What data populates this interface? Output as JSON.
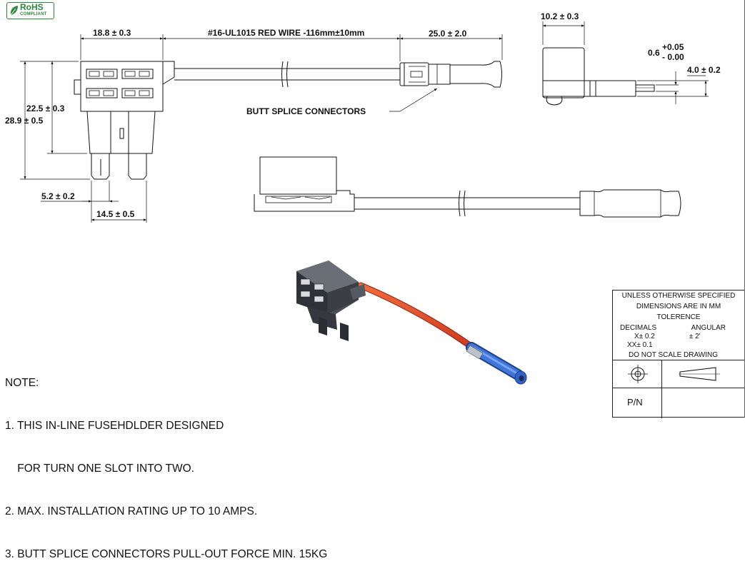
{
  "badge": {
    "line1": "RoHS",
    "line2": "COMPLIANT"
  },
  "dims": {
    "top_width": "18.8 ± 0.3",
    "wire": "#16-UL1015 RED WIRE -116mm±10mm",
    "splice_len": "25.0 ± 2.0",
    "height_body": "22.5 ± 0.3",
    "height_total": "28.9 ± 0.5",
    "blade_width": "5.2 ± 0.2",
    "blade_span": "14.5 ± 0.5",
    "side_width": "10.2 ± 0.3",
    "tol_base": "0.6",
    "tol_plus": "+0.05",
    "tol_minus": "- 0.00",
    "side_height": "4.0 ± 0.2",
    "callout": "BUTT SPLICE CONNECTORS"
  },
  "notes": [
    "NOTE:",
    "1. THIS IN-LINE FUSEHDLDER DESIGNED",
    "    FOR TURN ONE SLOT INTO TWO.",
    "2. MAX. INSTALLATION RATING UP TO 10 AMPS.",
    "3. BUTT SPLICE CONNECTORS PULL-OUT FORCE MIN. 15KG"
  ],
  "title_block": {
    "line1": "UNLESS OTHERWISE SPECIFIED",
    "line2": "DIMENSIONS ARE IN MM",
    "line3": "TOLERENCE",
    "decimals": "DECIMALS",
    "angular": "ANGULAR",
    "x_tol": "X± 0.2",
    "ang_tol": "±  2'",
    "xx_tol": "XX± 0.1",
    "scale": "DO NOT SCALE DRAWING",
    "pn_label": "P/N"
  },
  "colors": {
    "wire": "#e8431d",
    "splice": "#2f63c8",
    "body_dark": "#3b3e45",
    "rohs": "#2a8a3a"
  }
}
